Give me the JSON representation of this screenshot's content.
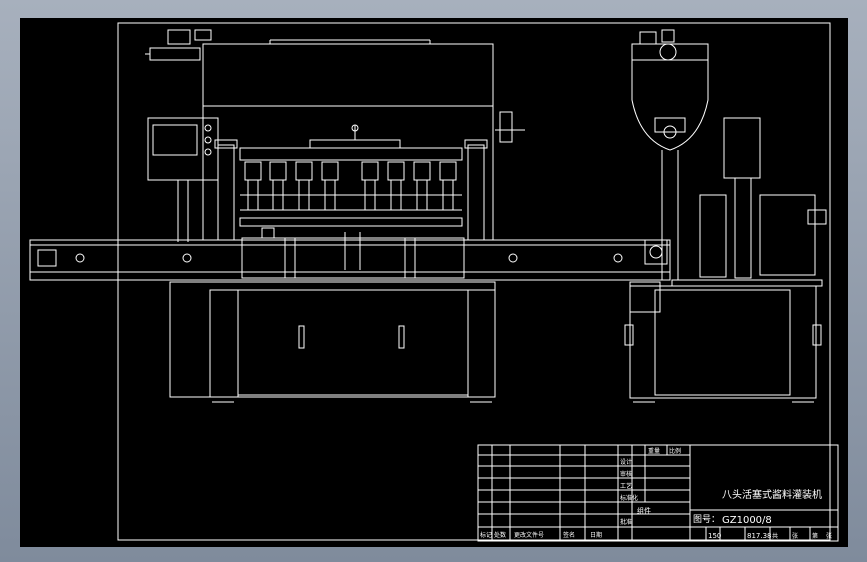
{
  "drawing": {
    "title": "八头活塞式酱料灌装机",
    "drawing_no_label": "图号：",
    "drawing_no": "GZ1000/8",
    "scale_value": "150",
    "weight_value": "817.38",
    "field_labels": [
      "标记",
      "处数",
      "更改文件号",
      "签名",
      "日期",
      "设计",
      "审核",
      "工艺",
      "标准化",
      "批准"
    ],
    "right_labels": [
      "重量",
      "比例",
      "共",
      "张",
      "第",
      "张"
    ],
    "group_label": "组件"
  },
  "colors": {
    "background": "#000000",
    "line": "#ffffff",
    "frame_outer": "#8c98a8"
  }
}
